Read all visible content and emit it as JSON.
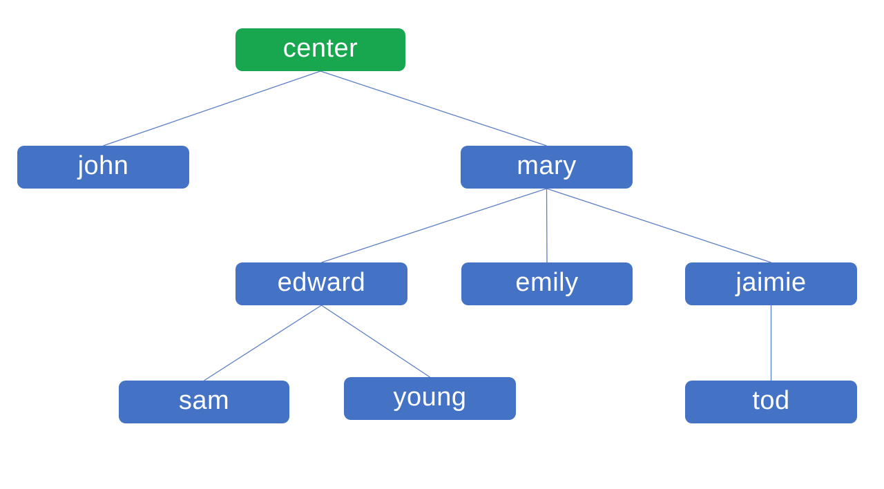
{
  "diagram": {
    "type": "tree",
    "background": "#ffffff",
    "colors": {
      "root_fill": "#18a74e",
      "node_fill": "#4472c4",
      "text": "#ffffff",
      "connector": "#5b7fc7"
    },
    "nodes": [
      {
        "id": "center",
        "label": "center",
        "role": "root",
        "parent": null
      },
      {
        "id": "john",
        "label": "john",
        "role": "child",
        "parent": "center"
      },
      {
        "id": "mary",
        "label": "mary",
        "role": "child",
        "parent": "center"
      },
      {
        "id": "edward",
        "label": "edward",
        "role": "child",
        "parent": "mary"
      },
      {
        "id": "emily",
        "label": "emily",
        "role": "child",
        "parent": "mary"
      },
      {
        "id": "jaimie",
        "label": "jaimie",
        "role": "child",
        "parent": "mary"
      },
      {
        "id": "sam",
        "label": "sam",
        "role": "child",
        "parent": "edward"
      },
      {
        "id": "young",
        "label": "young",
        "role": "child",
        "parent": "edward"
      },
      {
        "id": "tod",
        "label": "tod",
        "role": "child",
        "parent": "jaimie"
      }
    ],
    "edges": [
      {
        "from": "center",
        "to": "john"
      },
      {
        "from": "center",
        "to": "mary"
      },
      {
        "from": "mary",
        "to": "edward"
      },
      {
        "from": "mary",
        "to": "emily"
      },
      {
        "from": "mary",
        "to": "jaimie"
      },
      {
        "from": "edward",
        "to": "sam"
      },
      {
        "from": "edward",
        "to": "young"
      },
      {
        "from": "jaimie",
        "to": "tod"
      }
    ]
  }
}
